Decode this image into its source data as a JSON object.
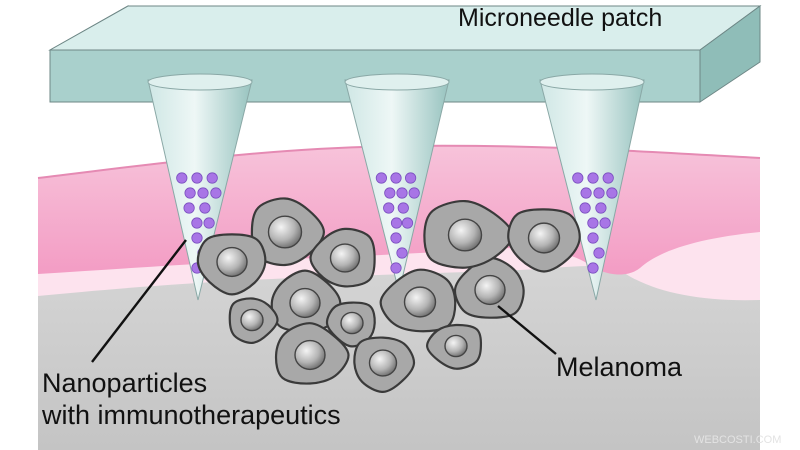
{
  "labels": {
    "patch": "Microneedle patch",
    "nanoparticles_line1": "Nanoparticles",
    "nanoparticles_line2": "with immunotherapeutics",
    "melanoma": "Melanoma",
    "watermark": "WEBCOSTI.COM"
  },
  "colors": {
    "background": "#ffffff",
    "patch_top": "#cfe7e5",
    "patch_front": "#a9cfcc",
    "patch_edge": "#5d6f6e",
    "needle_light": "#e9f4f3",
    "needle_dark": "#9fc9c5",
    "skin_pink": "#f6b7d2",
    "skin_pink_deep": "#f19cc3",
    "skin_light": "#fde3ee",
    "tissue_gray": "#c9c9c9",
    "cell_fill": "#a8a8a8",
    "cell_outline": "#3a3a3a",
    "nucleus_light": "#ededed",
    "nucleus_dark": "#6f6f6f",
    "particle": "#a875e6",
    "particle_outline": "#7b4fc0",
    "text": "#111111"
  },
  "icons": {
    "patch": "microneedle-patch-icon",
    "needle": "microneedle-icon",
    "cell": "melanoma-cell-icon",
    "particle": "nanoparticle-icon"
  }
}
